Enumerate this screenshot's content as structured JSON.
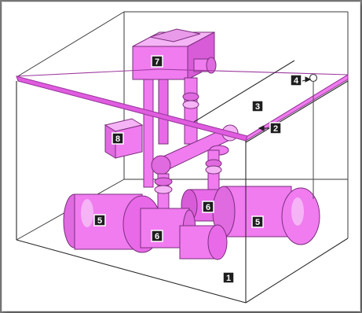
{
  "diagram": {
    "colors": {
      "equipment": "#f07cf0",
      "equipment_dark": "#c23fc6",
      "outline": "#3a3a3a",
      "enclosure_line": "#2a2a2a",
      "callout_bg": "#1e1e1e",
      "callout_text": "#ffffff"
    },
    "callouts": [
      {
        "id": "c1",
        "label": "1"
      },
      {
        "id": "c2",
        "label": "2"
      },
      {
        "id": "c3",
        "label": "3"
      },
      {
        "id": "c4",
        "label": "4"
      },
      {
        "id": "c5a",
        "label": "5"
      },
      {
        "id": "c5b",
        "label": "5"
      },
      {
        "id": "c6a",
        "label": "6"
      },
      {
        "id": "c6b",
        "label": "6"
      },
      {
        "id": "c7",
        "label": "7"
      },
      {
        "id": "c8",
        "label": "8"
      }
    ]
  }
}
